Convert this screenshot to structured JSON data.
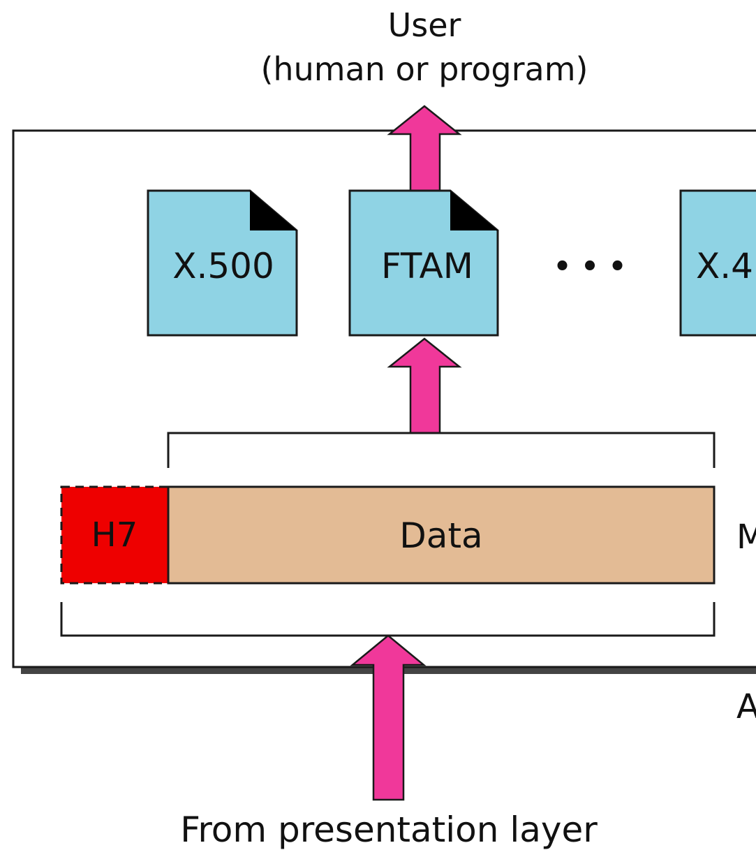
{
  "top_label": {
    "line1": "User",
    "line2": "(human or program)"
  },
  "bottom_label": "From presentation layer",
  "services": [
    {
      "label": "X.500"
    },
    {
      "label": "FTAM"
    },
    {
      "label": "X.4"
    }
  ],
  "ellipsis": "• • •",
  "packet": {
    "header": "H7",
    "data": "Data"
  },
  "side_labels": {
    "message": "M",
    "layer": "A"
  },
  "colors": {
    "service_box": "#8fd3e4",
    "arrow": "#f0389a",
    "header": "#ee0000",
    "data": "#e3bb95",
    "stroke": "#1a1a1a"
  }
}
